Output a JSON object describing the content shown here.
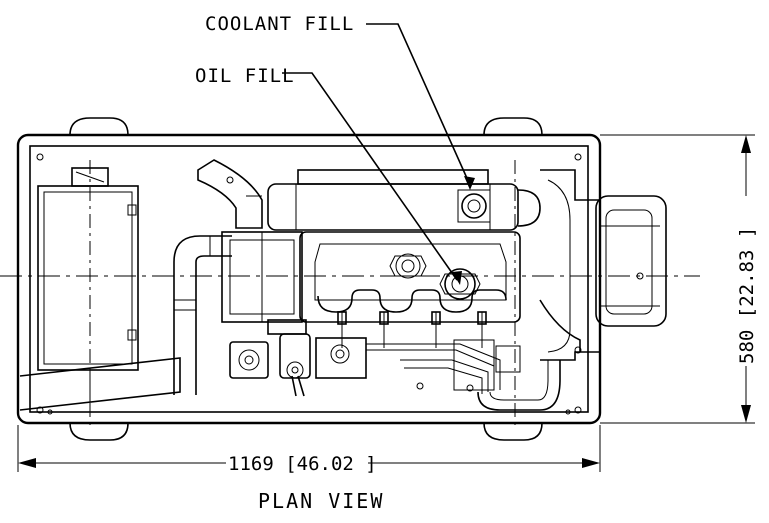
{
  "drawing": {
    "view_title": "PLAN VIEW",
    "callouts": {
      "coolant_fill": "COOLANT FILL",
      "oil_fill": "OIL FILL"
    },
    "dimensions": {
      "width": "1169 [46.02 ]",
      "depth": "580 [22.83 ]"
    }
  }
}
